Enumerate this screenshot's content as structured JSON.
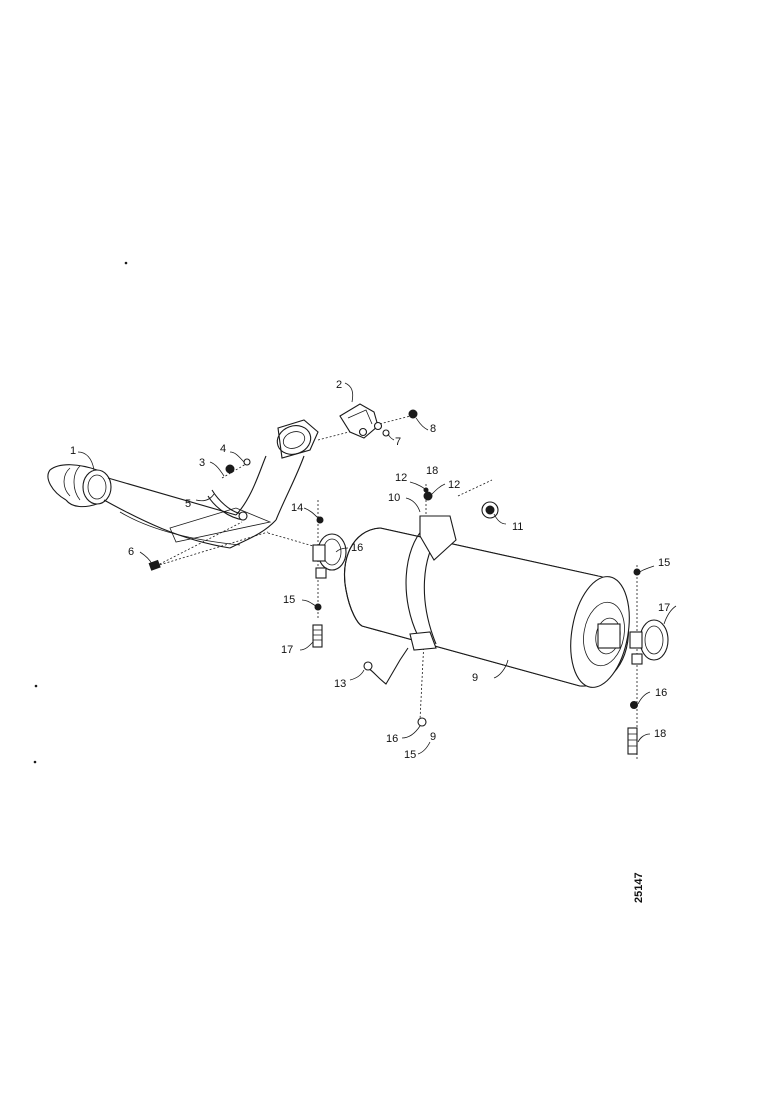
{
  "diagram": {
    "drawing_number": "25147",
    "callouts": [
      {
        "id": "c1",
        "text": "1"
      },
      {
        "id": "c2",
        "text": "2"
      },
      {
        "id": "c3",
        "text": "3"
      },
      {
        "id": "c4",
        "text": "4"
      },
      {
        "id": "c5",
        "text": "5"
      },
      {
        "id": "c6",
        "text": "6"
      },
      {
        "id": "c7",
        "text": "7"
      },
      {
        "id": "c8",
        "text": "8"
      },
      {
        "id": "c9",
        "text": "9"
      },
      {
        "id": "c10",
        "text": "10"
      },
      {
        "id": "c11",
        "text": "11"
      },
      {
        "id": "c12a",
        "text": "12"
      },
      {
        "id": "c12b",
        "text": "12"
      },
      {
        "id": "c13",
        "text": "13"
      },
      {
        "id": "c14",
        "text": "14"
      },
      {
        "id": "c15a",
        "text": "15"
      },
      {
        "id": "c15b",
        "text": "15"
      },
      {
        "id": "c15c",
        "text": "15"
      },
      {
        "id": "c16a",
        "text": "16"
      },
      {
        "id": "c16b",
        "text": "16"
      },
      {
        "id": "c16c",
        "text": "16"
      },
      {
        "id": "c17a",
        "text": "17"
      },
      {
        "id": "c17b",
        "text": "17"
      },
      {
        "id": "c18a",
        "text": "18"
      },
      {
        "id": "c18b",
        "text": "18"
      },
      {
        "id": "c9b",
        "text": "9"
      }
    ]
  }
}
